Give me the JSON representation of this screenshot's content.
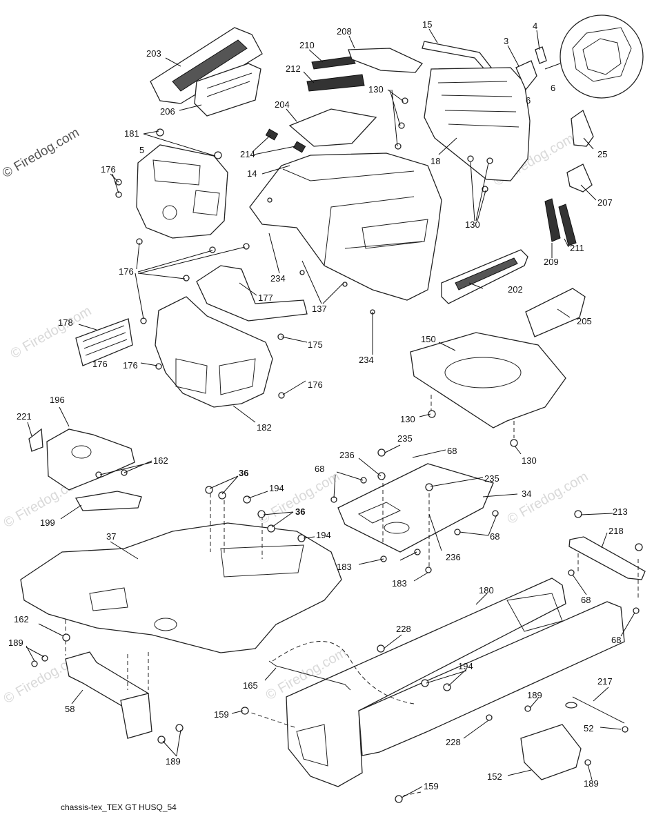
{
  "watermark": {
    "text": "© Firedog.com"
  },
  "caption": "chassis-tex_TEX GT HUSQ_54",
  "labels": [
    "203",
    "206",
    "210",
    "212",
    "208",
    "15",
    "4",
    "3",
    "6",
    "6",
    "130",
    "204",
    "214",
    "181",
    "5",
    "176",
    "14",
    "18",
    "25",
    "207",
    "130",
    "176",
    "176",
    "234",
    "137",
    "177",
    "211",
    "209",
    "202",
    "178",
    "176",
    "175",
    "176",
    "234",
    "205",
    "150",
    "182",
    "130",
    "130",
    "196",
    "221",
    "162",
    "199",
    "36",
    "194",
    "36",
    "194",
    "235",
    "236",
    "68",
    "235",
    "34",
    "68",
    "236",
    "68",
    "183",
    "183",
    "213",
    "218",
    "68",
    "68",
    "37",
    "180",
    "162",
    "189",
    "228",
    "194",
    "165",
    "217",
    "58",
    "189",
    "159",
    "52",
    "228",
    "159",
    "152",
    "189",
    "189"
  ]
}
